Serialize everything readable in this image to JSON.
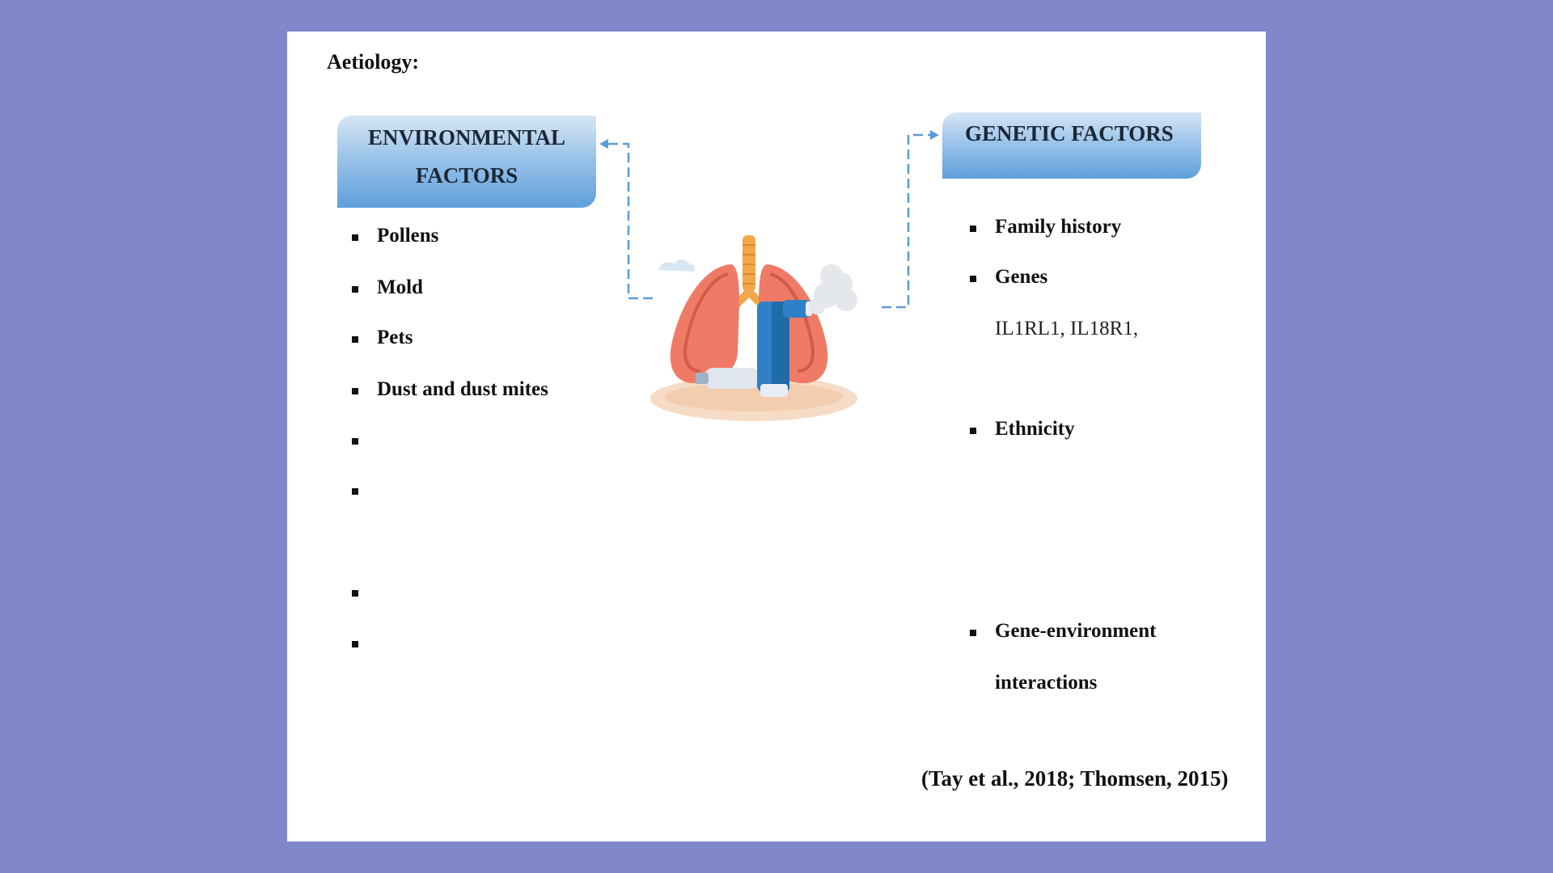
{
  "title": "Aetiology:",
  "environmental": {
    "heading_line1": "ENVIRONMENTAL",
    "heading_line2": "FACTORS",
    "items": [
      "Pollens",
      "Mold",
      "Pets",
      "Dust and dust mites",
      "",
      "",
      "",
      ""
    ]
  },
  "genetic": {
    "heading": "GENETIC FACTORS",
    "items": [
      "Family history",
      "Genes",
      "Ethnicity",
      "Gene-environment",
      "interactions"
    ],
    "genes_detail": "IL1RL1, IL18R1,"
  },
  "citation": "(Tay et al., 2018; Thomsen, 2015)",
  "icons": {
    "center_illustration": "lungs-inhaler-icon"
  },
  "colors": {
    "background": "#8287cc",
    "box_top": "#d7e6f5",
    "box_bottom": "#5f9fdc",
    "connector": "#5b9bd5"
  }
}
